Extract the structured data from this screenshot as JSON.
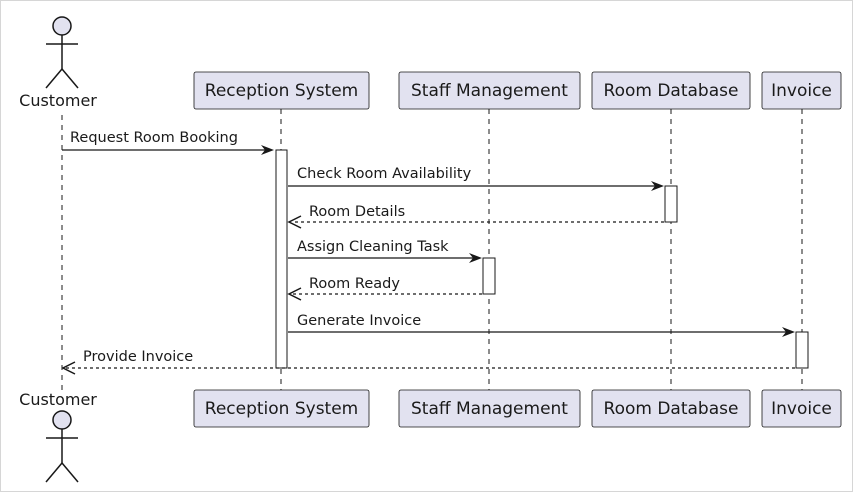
{
  "actor": {
    "name": "Customer",
    "fill": "#e2e2f0",
    "stroke": "#181818"
  },
  "participants": [
    {
      "key": "reception",
      "label": "Reception System"
    },
    {
      "key": "staff",
      "label": "Staff Management"
    },
    {
      "key": "roomdb",
      "label": "Room Database"
    },
    {
      "key": "invoice",
      "label": "Invoice"
    }
  ],
  "messages": [
    {
      "label": "Request Room Booking",
      "from": "customer",
      "to": "reception",
      "style": "solid"
    },
    {
      "label": "Check Room Availability",
      "from": "reception",
      "to": "roomdb",
      "style": "solid"
    },
    {
      "label": "Room Details",
      "from": "roomdb",
      "to": "reception",
      "style": "dashed"
    },
    {
      "label": "Assign Cleaning Task",
      "from": "reception",
      "to": "staff",
      "style": "solid"
    },
    {
      "label": "Room Ready",
      "from": "staff",
      "to": "reception",
      "style": "dashed"
    },
    {
      "label": "Generate Invoice",
      "from": "reception",
      "to": "invoice",
      "style": "solid"
    },
    {
      "label": "Provide Invoice",
      "from": "invoice",
      "to": "customer",
      "style": "dashed"
    }
  ],
  "colors": {
    "participant_fill": "#e2e2f0",
    "participant_stroke": "#181818",
    "lifeline": "#181818",
    "activation_fill": "#ffffff",
    "arrow": "#181818"
  }
}
